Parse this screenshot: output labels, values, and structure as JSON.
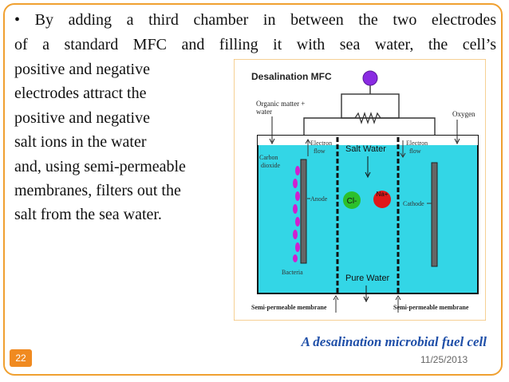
{
  "slide": {
    "bullet_marker": "•",
    "lines": [
      "By adding a third chamber in between the two electrodes",
      "of a standard MFC and filling it with sea water, the cell’s",
      "positive and negative",
      "electrodes attract the",
      "positive and negative",
      "salt ions in the water",
      "and, using semi-permeable",
      "membranes, filters out the",
      "salt from the sea water."
    ],
    "caption": "A desalination microbial fuel cell",
    "slide_number": "22",
    "date": "11/25/2013",
    "accent_color": "#f0a030"
  },
  "diagram": {
    "title": "Desalination MFC",
    "organic_label_1": "Organic matter +",
    "organic_label_2": "water",
    "oxygen": "Oxygen",
    "carbon_1": "Carbon",
    "carbon_2": "dioxide",
    "electron_left_1": "Electron",
    "electron_left_2": "flow",
    "electron_right_1": "Electron",
    "electron_right_2": "flow",
    "salt_water": "Salt Water",
    "anode": "Anode",
    "cathode": "Cathode",
    "cl_ion": "Cl-",
    "na_ion": "Na+",
    "bacteria": "Bacteria",
    "pure_water": "Pure Water",
    "membrane_left": "Semi-permeable membrane",
    "membrane_right": "Semi-permeable membrane",
    "water_color": "#33d6e6"
  }
}
